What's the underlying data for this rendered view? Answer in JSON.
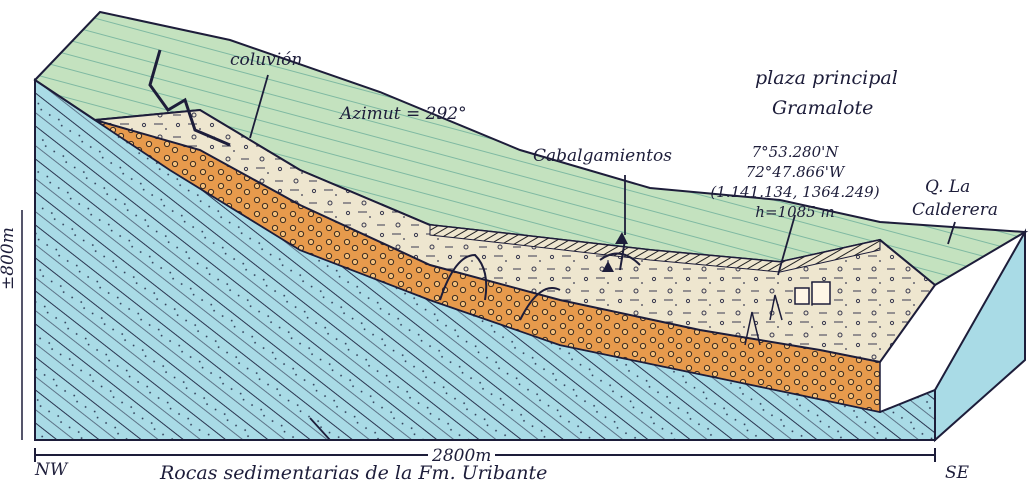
{
  "labels": {
    "coluvion": "coluvión",
    "azimut": "Azimut = 292°",
    "plaza_line1": "plaza principal",
    "plaza_line2": "Gramalote",
    "coord_lat": "7°53.280'N",
    "coord_lon": "72°47.866'W",
    "coord_xy": "(1.141.134, 1364.249)",
    "coord_h": "h=1085 m",
    "cabalgamientos": "Cabalgamientos",
    "q_la": "Q. La",
    "calderera": "Calderera",
    "vertical_scale": "±800m",
    "horizontal_scale": "2800m",
    "nw": "NW",
    "se": "SE",
    "rocas": "Rocas sedimentarias de la Fm. Uribante"
  },
  "colors": {
    "bedrock": "#a9dbe6",
    "colluvium": "#eee6cf",
    "orange_layer": "#e79a4c",
    "green_surface": "#c4e2bf",
    "ink": "#1d1d3a"
  }
}
